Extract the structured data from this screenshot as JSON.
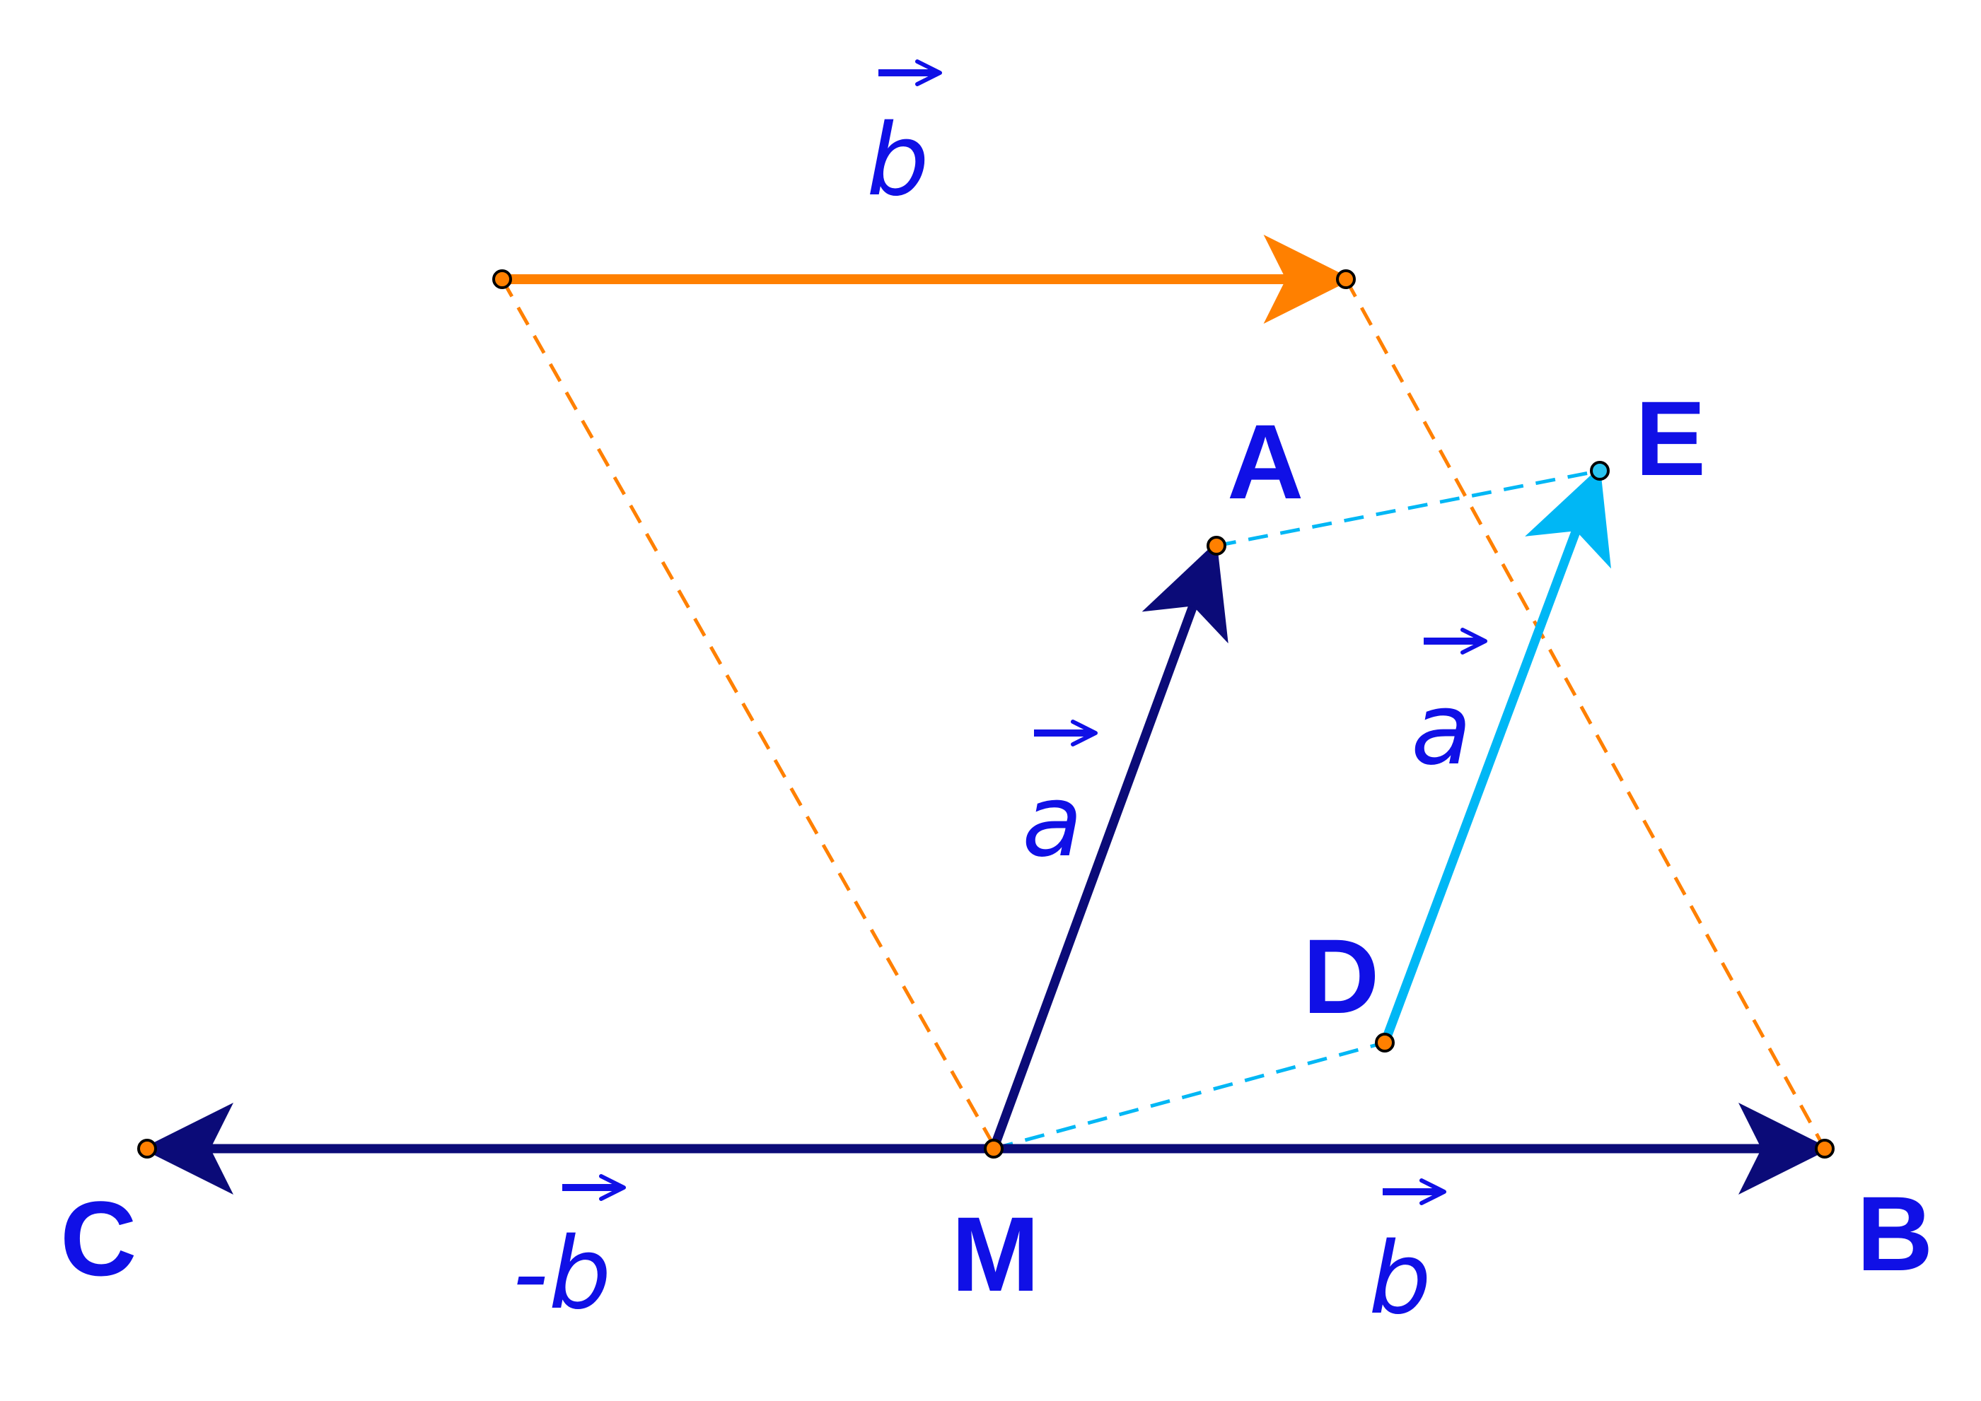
{
  "colors": {
    "label_blue": "#1010e6",
    "navy": "#0b0b78",
    "orange": "#ff8000",
    "cyan": "#00b7f5",
    "point_orange": "#ff8000",
    "point_cyan": "#29c4f0"
  },
  "points": {
    "A": "A",
    "B": "B",
    "C": "C",
    "D": "D",
    "E": "E",
    "M": "M"
  },
  "vectors": {
    "b_top": "b",
    "a_left": "a",
    "a_right": "a",
    "b_bottom": "b",
    "neg_b": "-b"
  }
}
